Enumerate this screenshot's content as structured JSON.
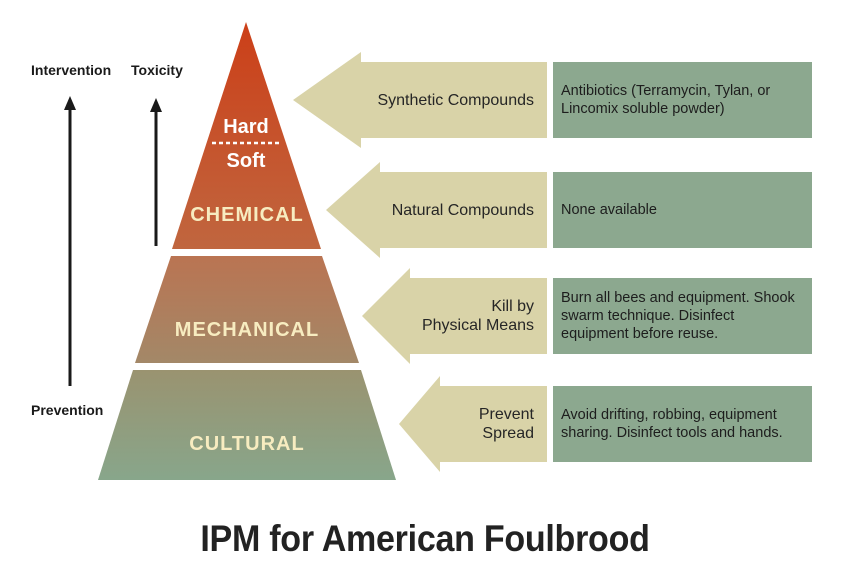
{
  "title": "IPM for American Foulbrood",
  "axes": {
    "intervention": "Intervention",
    "toxicity": "Toxicity",
    "prevention": "Prevention"
  },
  "pyramid": {
    "hard": "Hard",
    "soft": "Soft",
    "chemical": "CHEMICAL",
    "mechanical": "MECHANICAL",
    "cultural": "CULTURAL"
  },
  "rows": [
    {
      "label": "Synthetic Compounds",
      "description": "Antibiotics (Terramycin, Tylan, or Lincomix soluble powder)"
    },
    {
      "label": "Natural Compounds",
      "description": "None available"
    },
    {
      "label": "Kill by\nPhysical Means",
      "description": "Burn all bees and equipment. Shook swarm technique. Disinfect equipment before reuse."
    },
    {
      "label": "Prevent\nSpread",
      "description": "Avoid drifting, robbing, equipment sharing. Disinfect tools and hands."
    }
  ],
  "colors": {
    "arrow": "#d9d3a8",
    "box": "#8ca88f",
    "chemical_top": "#c8401b",
    "chemical_bottom": "#c1643d",
    "mechanical_top": "#b97755",
    "mechanical_bottom": "#a58766",
    "cultural_top": "#98946f",
    "cultural_bottom": "#8ba58a",
    "tier_text": "#f7ecc0"
  }
}
